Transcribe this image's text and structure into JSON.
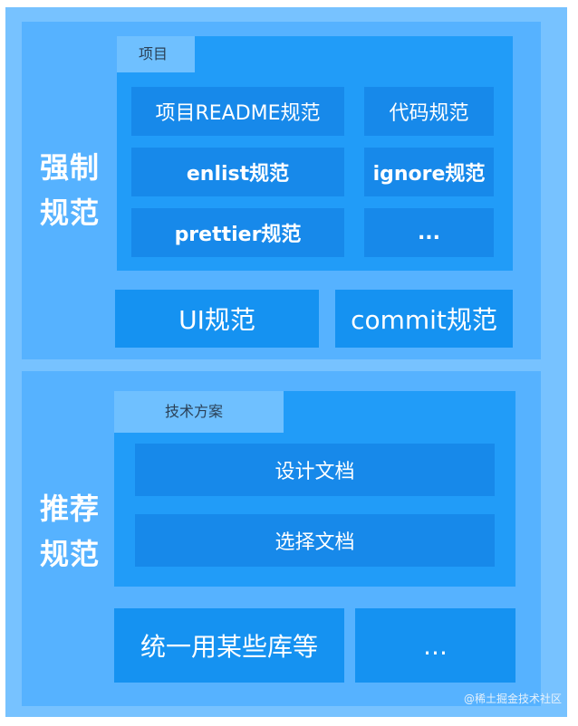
{
  "sections": {
    "mandatory": {
      "title_line1": "强制",
      "title_line2": "规范",
      "project_group": {
        "label": "项目",
        "items": [
          "项目README规范",
          "代码规范",
          "enlist规范",
          "ignore规范",
          "prettier规范",
          "..."
        ]
      },
      "ui_spec": "UI规范",
      "commit_spec": "commit规范"
    },
    "recommended": {
      "title_line1": "推荐",
      "title_line2": "规范",
      "tech_group": {
        "label": "技术方案",
        "items": [
          "设计文档",
          "选择文档"
        ]
      },
      "unified_libs": "统一用某些库等",
      "more": "..."
    }
  },
  "watermark": "@稀土掘金技术社区",
  "colors": {
    "frame": "#77c2ff",
    "panel": "#56b2ff",
    "group_box": "#219cf8",
    "group_tab": "#6fc0ff",
    "cell": "#1789ea",
    "tile": "#1592f1",
    "text_light": "#ffffff",
    "tab_text": "#2a3f55"
  }
}
